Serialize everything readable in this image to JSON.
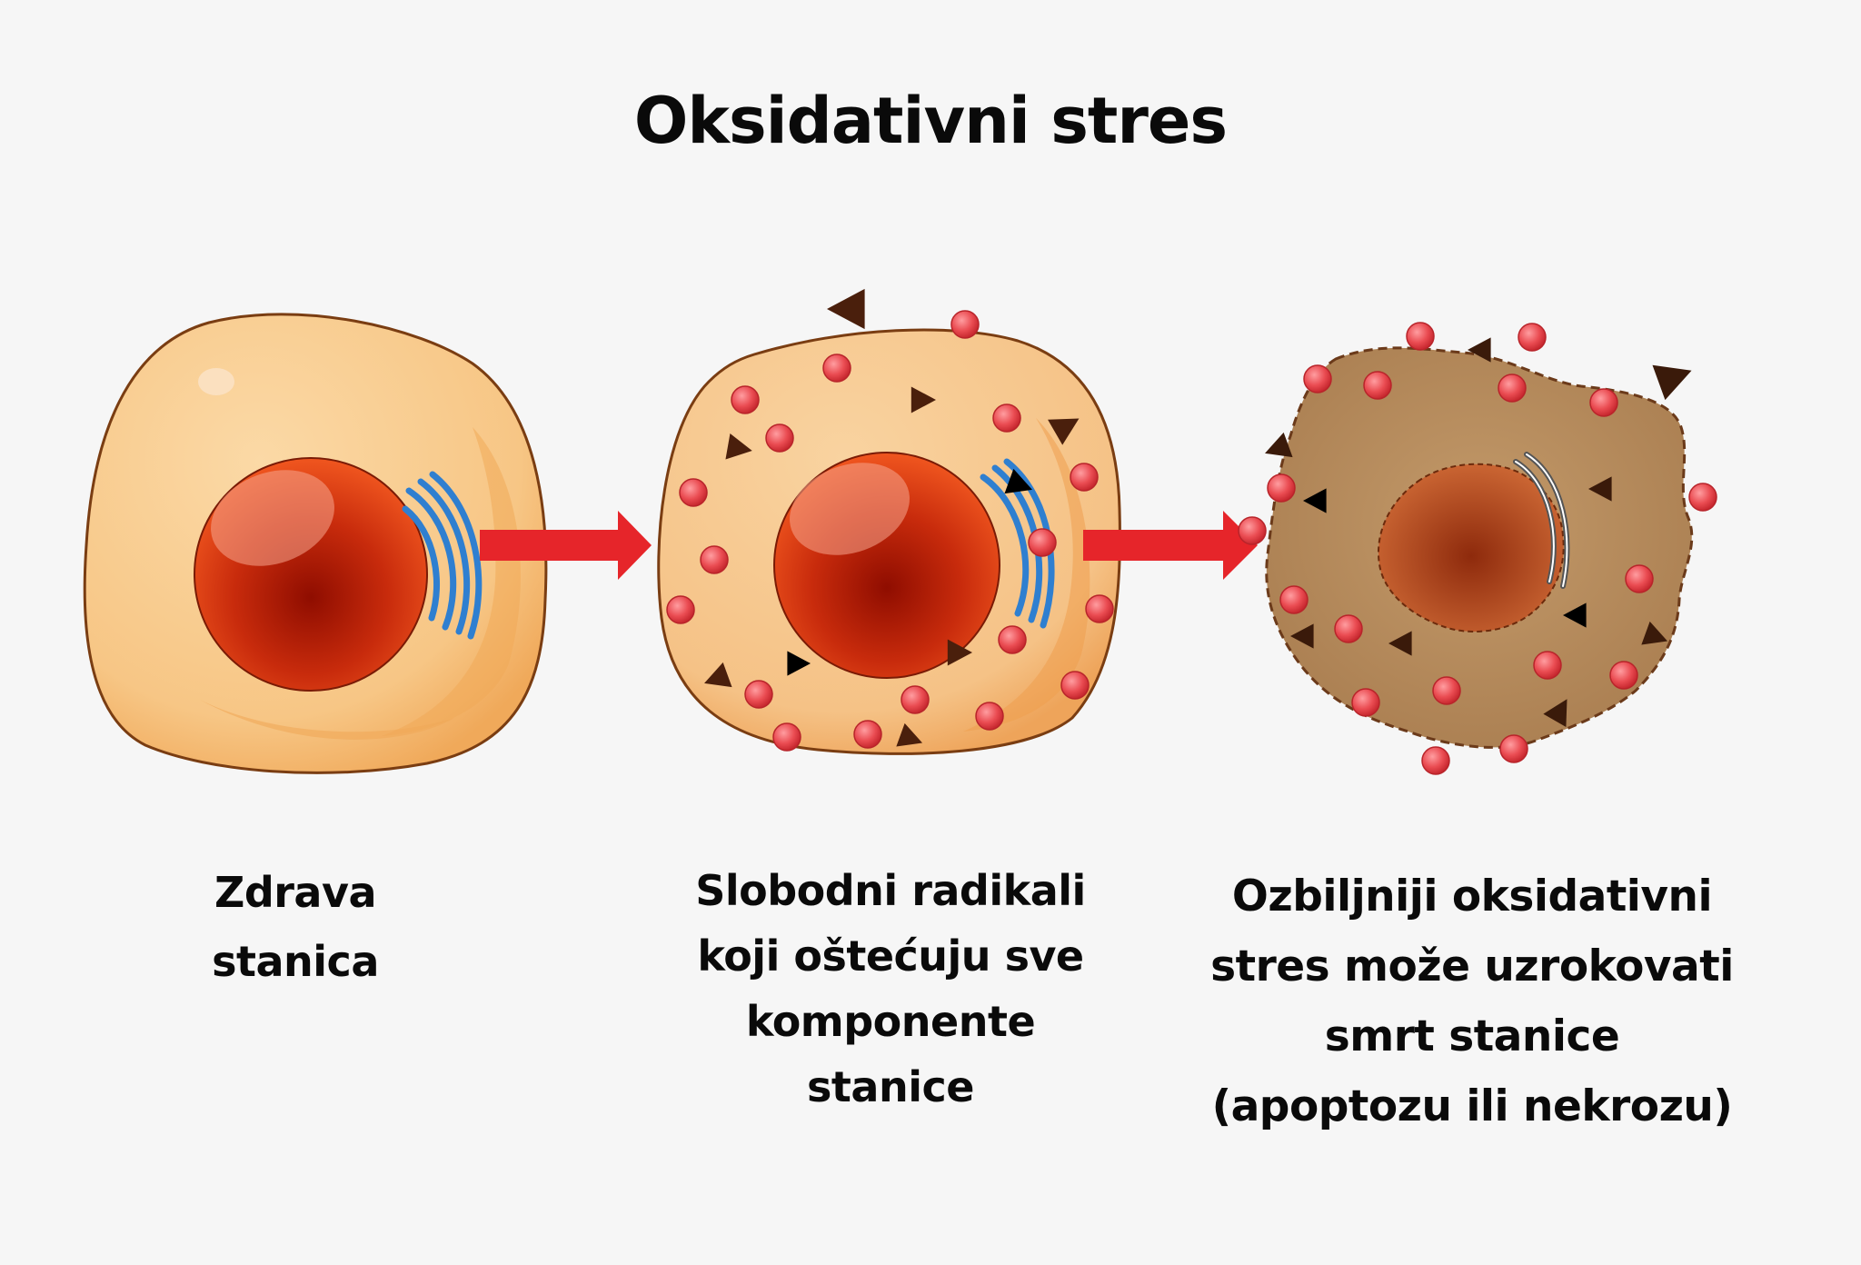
{
  "title": "Oksidativni stres",
  "captions": {
    "healthy": [
      "Zdrava",
      "stanica"
    ],
    "radicals": [
      "Slobodni radikali",
      "koji oštećuju sve",
      "komponente",
      "stanice"
    ],
    "death": [
      "Ozbiljniji oksidativni",
      "stres može uzrokovati",
      "smrt stanice",
      "(apoptozu ili nekrozu)"
    ]
  },
  "colors": {
    "background": "#f6f6f6",
    "healthy_cytoplasm": "#f7c98a",
    "stressed_cytoplasm": "#f5c489",
    "dead_cytoplasm": "#b58c5e",
    "nucleus": "#d8320f",
    "golgi": "#3a8fd9",
    "arrow": "#e6252a",
    "free_radical": "#e84a4f",
    "damage_marker": "#4a1f0c"
  }
}
